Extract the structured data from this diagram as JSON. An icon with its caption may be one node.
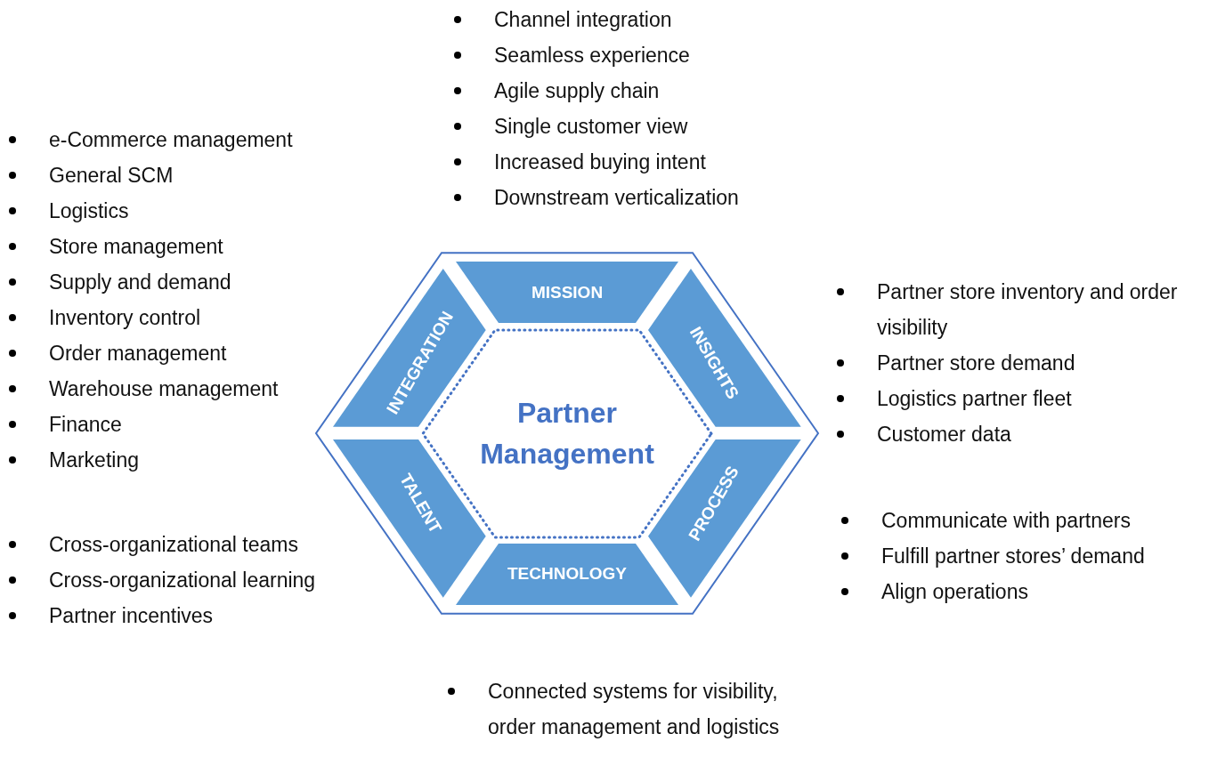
{
  "diagram": {
    "nodes": [
      {
        "text": [
          "Partner Management"
        ]
      },
      {
        "text": [
          "MISSION"
        ],
        "beside": [
          "Channel integration",
          "Seamless experience",
          "Agile supply chain",
          "Single customer view",
          "Increased buying intent",
          "Downstream verticalization"
        ]
      },
      {
        "text": [
          "INSIGHTS"
        ],
        "beside": [
          "Partner store inventory and order visibility",
          "Partner store demand",
          "Logistics partner fleet",
          "Customer data"
        ]
      },
      {
        "text": [
          "PROCESS"
        ],
        "beside": [
          "Communicate with partners",
          "Fulfill partner stores’ demand",
          "Align operations"
        ]
      },
      {
        "text": [
          "TECHNOLOGY"
        ],
        "beside": [
          "Connected systems for visibility, order management and logistics"
        ]
      },
      {
        "text": [
          "TALENT"
        ],
        "beside": [
          "Cross-organizational teams",
          "Cross-organizational learning",
          "Partner incentives"
        ]
      },
      {
        "text": [
          "INTEGRATION"
        ],
        "beside": [
          "e-Commerce management",
          "General SCM",
          "Logistics",
          "Store management",
          "Supply and demand",
          "Inventory control",
          "Order management",
          "Warehouse management",
          "Finance",
          "Marketing"
        ]
      }
    ],
    "edges": []
  }
}
